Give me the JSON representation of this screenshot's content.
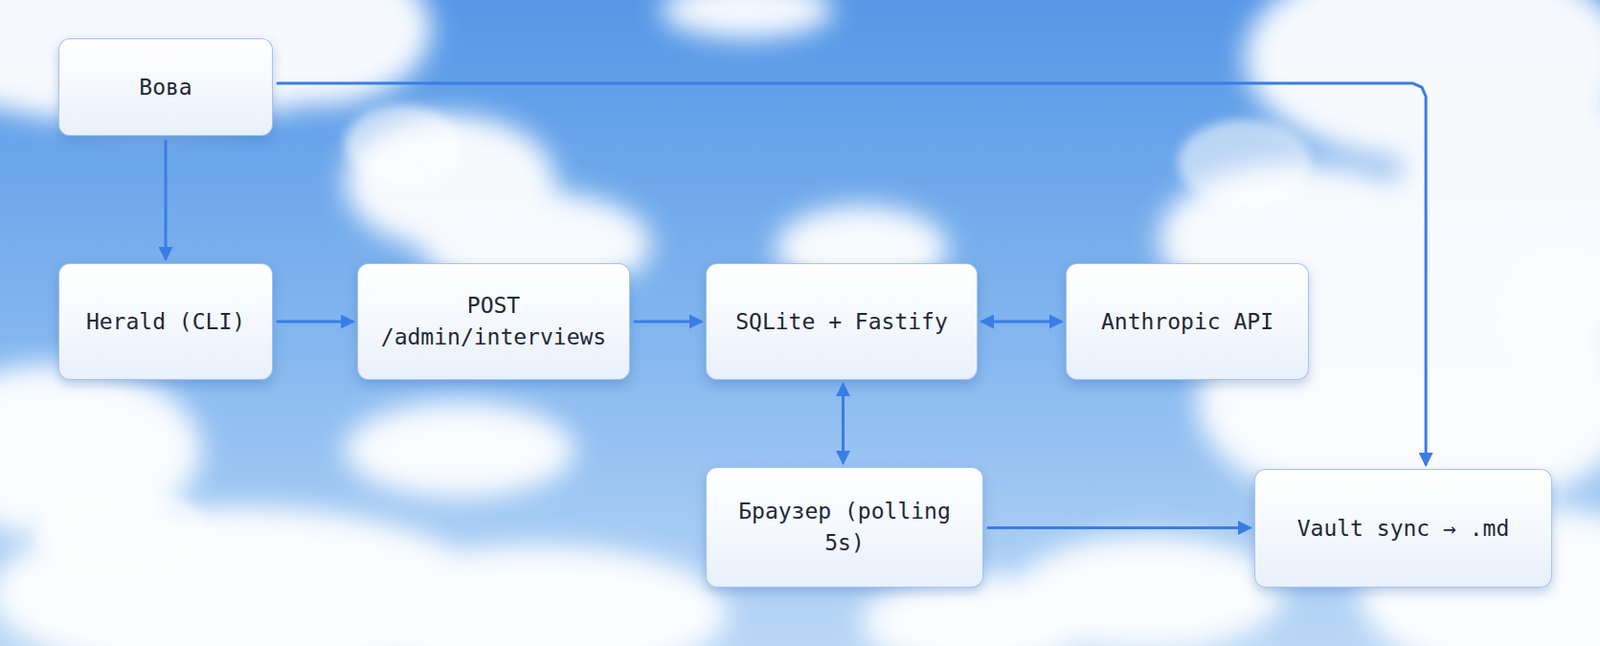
{
  "diagram": {
    "nodes": [
      {
        "text": [
          "Вова"
        ]
      },
      {
        "text": [
          "Herald (CLI)"
        ]
      },
      {
        "text": [
          "POST /admin/interviews"
        ]
      },
      {
        "text": [
          "SQLite + Fastify"
        ]
      },
      {
        "text": [
          "Anthropic API"
        ]
      },
      {
        "text": [
          "Браузер (polling 5s)"
        ]
      },
      {
        "text": [
          "Vault sync → .md"
        ]
      }
    ],
    "edges": [
      {
        "from": 0,
        "to": 1,
        "arrow": "to"
      },
      {
        "from": 1,
        "to": 2,
        "arrow": "to"
      },
      {
        "from": 2,
        "to": 3,
        "arrow": "to"
      },
      {
        "from": 3,
        "to": 4,
        "arrow": "both"
      },
      {
        "from": 3,
        "to": 5,
        "arrow": "both"
      },
      {
        "from": 5,
        "to": 6,
        "arrow": "to"
      },
      {
        "from": 0,
        "to": 6,
        "arrow": "to"
      }
    ]
  }
}
